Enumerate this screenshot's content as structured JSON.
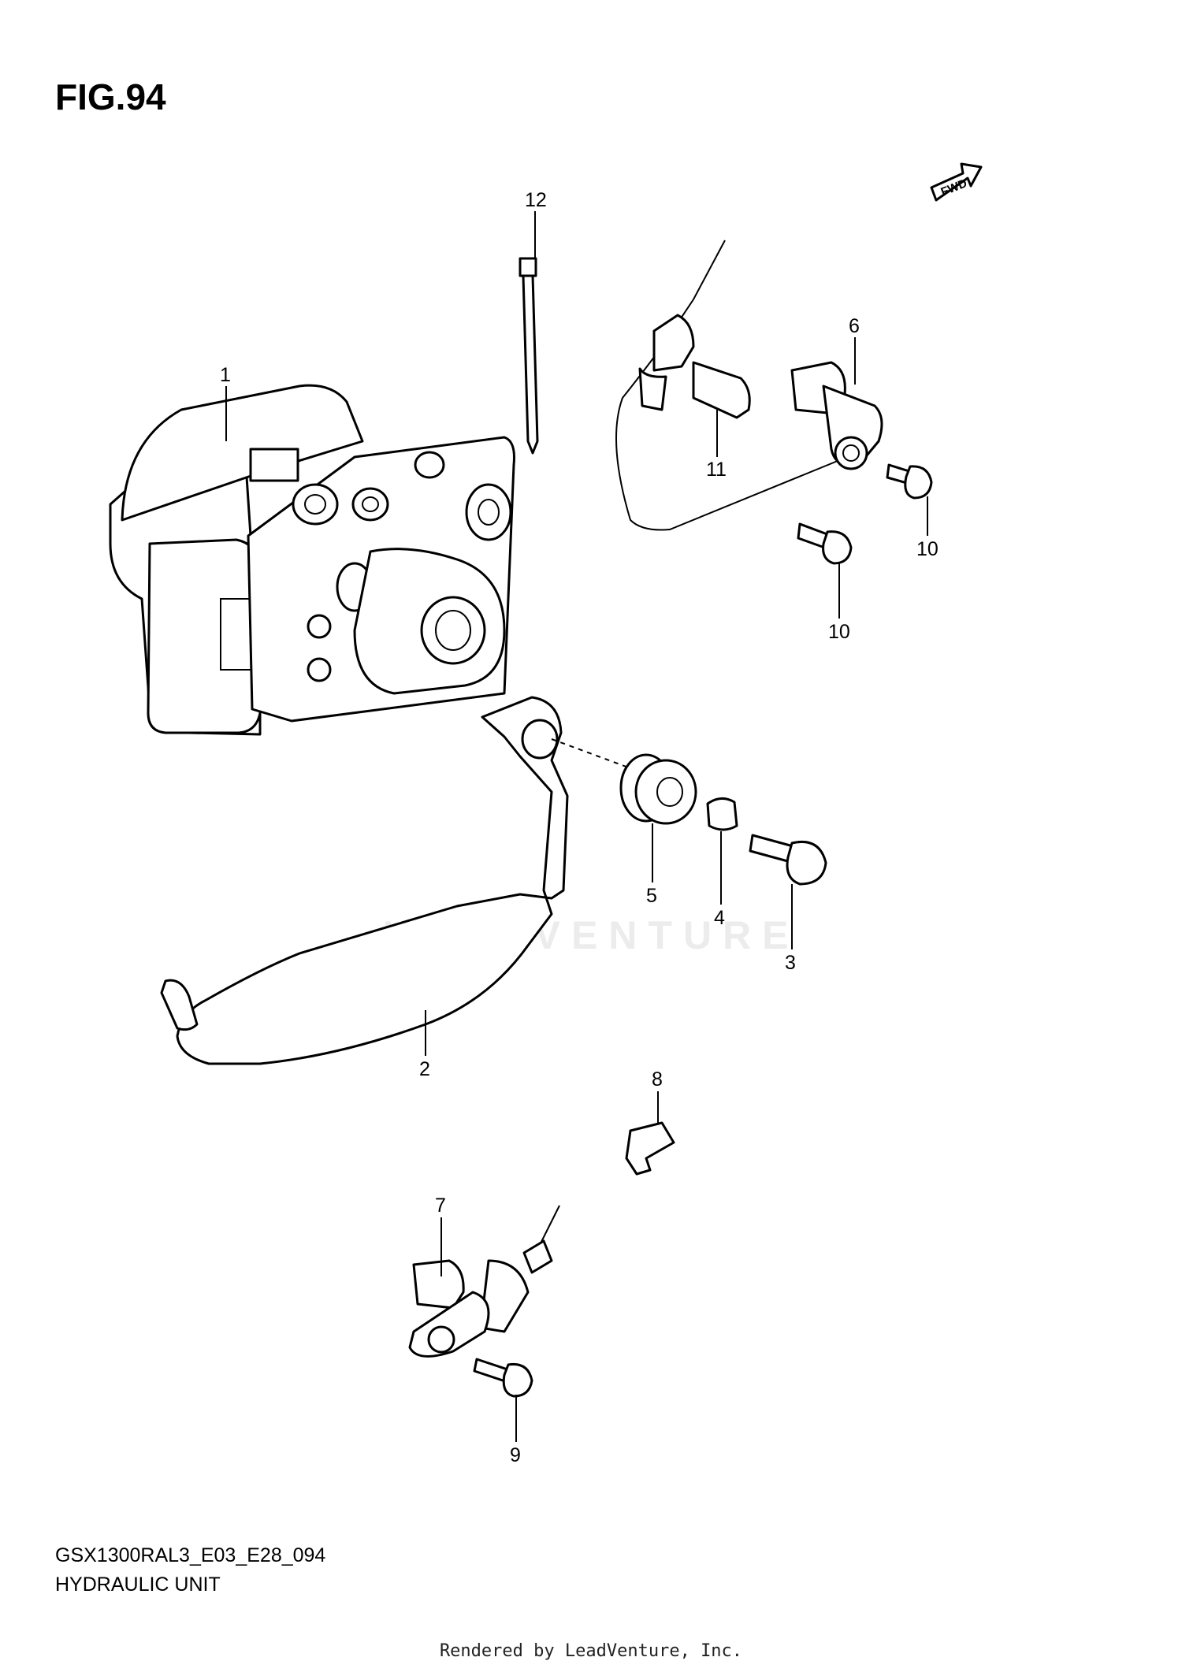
{
  "figure_title": "FIG.94",
  "fwd_marker": "FWD",
  "callouts": [
    "1",
    "2",
    "3",
    "4",
    "5",
    "6",
    "7",
    "8",
    "9",
    "10",
    "10",
    "11",
    "12"
  ],
  "footer": {
    "code": "GSX1300RAL3_E03_E28_094",
    "name": "HYDRAULIC UNIT"
  },
  "watermark": "LEADVENTURE",
  "credit": "Rendered by LeadVenture, Inc."
}
